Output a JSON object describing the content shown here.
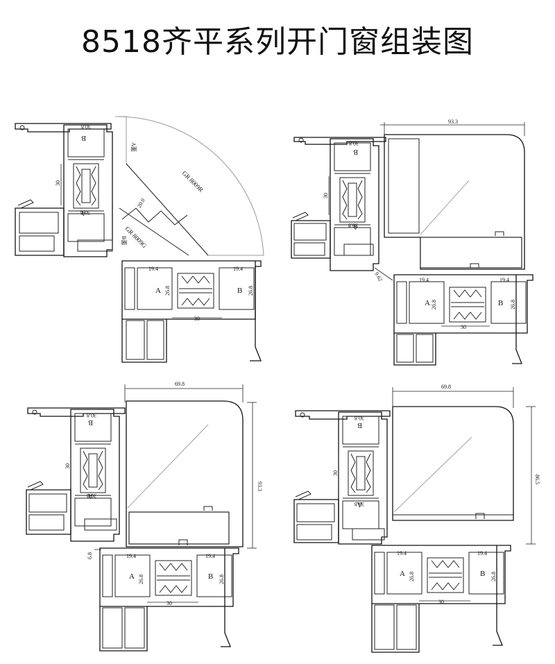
{
  "title": "8518齐平系列开门窗组装图",
  "drawing_1": {
    "left_profile": {
      "upper_chamber": "B",
      "upper_dim": "30.8",
      "lower_chamber": "A",
      "lower_dim": "30.8",
      "width_dim": "30"
    },
    "corner_post": {
      "label_upper": "GR 8009R",
      "label_lower": "GR 8009G",
      "dim": "20.0",
      "small_upper": "A面",
      "small_lower": "B面"
    },
    "bottom_profile": {
      "left_chamber": "A",
      "right_chamber": "B",
      "left_w": "19.4",
      "right_w": "19.4",
      "left_h": "26.8",
      "right_h": "26.8",
      "bottom_w": "30"
    }
  },
  "drawing_2": {
    "top_dim": "93.3",
    "angle_dim": "9.62",
    "left_profile": {
      "upper_chamber": "B",
      "upper_dim": "30.8",
      "lower_chamber": "A",
      "lower_dim": "30.8",
      "width_dim": "30"
    },
    "bottom_profile": {
      "left_chamber": "A",
      "right_chamber": "B",
      "left_w": "19.4",
      "right_w": "19.4",
      "left_h": "26.8",
      "right_h": "26.8",
      "bottom_w": "30"
    }
  },
  "drawing_3": {
    "top_dim": "69.8",
    "right_dim": "93.3",
    "left_dim": "6.8",
    "left_profile": {
      "upper_chamber": "B",
      "upper_dim": "30.8",
      "lower_chamber": "A",
      "lower_dim": "30.8",
      "width_dim": "30"
    },
    "bottom_profile": {
      "left_chamber": "A",
      "right_chamber": "B",
      "left_w": "19.4",
      "right_w": "19.4",
      "left_h": "26.8",
      "right_h": "26.8",
      "bottom_w": "30"
    }
  },
  "drawing_4": {
    "top_dim": "69.8",
    "right_dim": "86.5",
    "left_profile": {
      "upper_chamber": "B",
      "upper_dim": "30.8",
      "lower_chamber": "A",
      "lower_dim": "30.8",
      "width_dim": "30"
    },
    "bottom_profile": {
      "left_chamber": "A",
      "right_chamber": "B",
      "left_w": "19.4",
      "right_w": "19.4",
      "left_h": "26.8",
      "right_h": "26.8",
      "bottom_w": "30"
    }
  }
}
